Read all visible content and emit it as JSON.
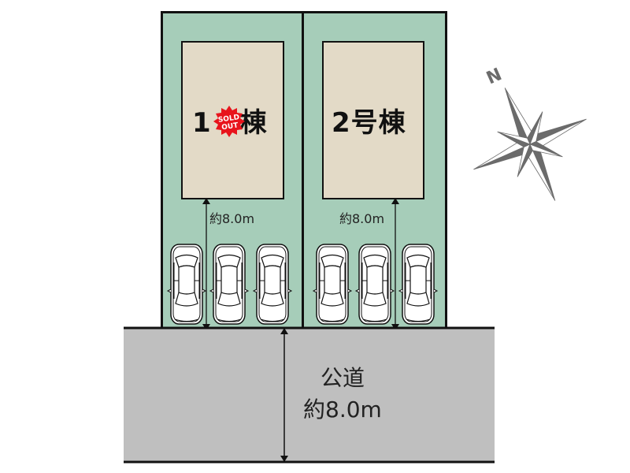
{
  "lots": [
    {
      "id": "lot-1",
      "building_label": "1号棟",
      "building_label_prefix": "1",
      "building_label_suffix": "棟",
      "status_badge": {
        "line1": "SOLD",
        "line2": "OUT",
        "color": "#e8141c"
      },
      "frontage_dimension": "約8.0m",
      "parking_spaces": 3
    },
    {
      "id": "lot-2",
      "building_label": "2号棟",
      "frontage_dimension": "約8.0m",
      "parking_spaces": 3
    }
  ],
  "road": {
    "type_label": "公道",
    "width_label": "約8.0m"
  },
  "compass": {
    "north_label": "N",
    "color": "#6b6b6b"
  },
  "colors": {
    "lot_fill": "#a6cdb9",
    "building_fill": "#e3dac7",
    "road_fill": "#bfbfbf",
    "outline": "#111111"
  }
}
